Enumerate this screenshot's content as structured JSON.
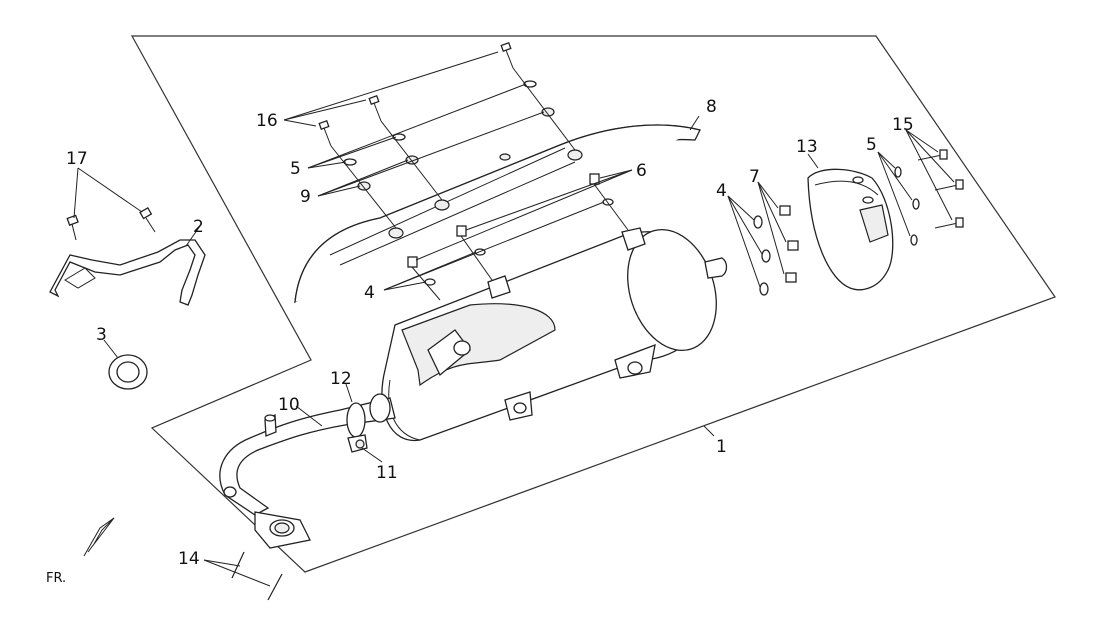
{
  "callouts": {
    "c1": "1",
    "c2": "2",
    "c3": "3",
    "c4a": "4",
    "c4b": "4",
    "c5a": "5",
    "c5b": "5",
    "c6": "6",
    "c7": "7",
    "c8": "8",
    "c9": "9",
    "c10": "10",
    "c11": "11",
    "c12": "12",
    "c13": "13",
    "c14": "14",
    "c15": "15",
    "c16": "16",
    "c17": "17"
  },
  "front_marker": "FR."
}
